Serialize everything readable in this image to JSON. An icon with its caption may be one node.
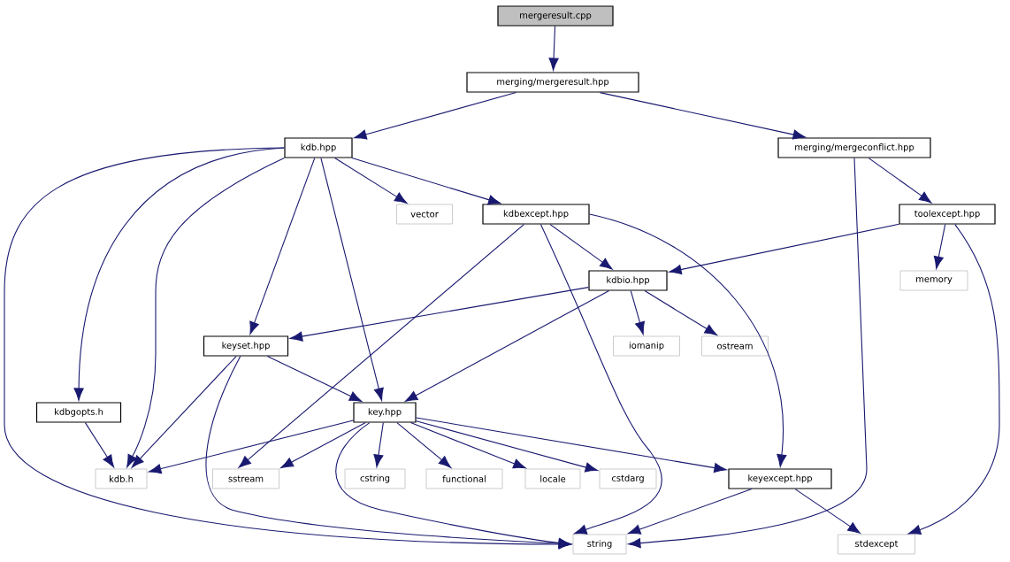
{
  "diagram": {
    "nodes": [
      {
        "text": [
          "mergeresult.cpp"
        ]
      },
      {
        "text": [
          "merging/mergeresult.hpp"
        ]
      },
      {
        "text": [
          "kdb.hpp"
        ]
      },
      {
        "text": [
          "merging/mergeconflict.hpp"
        ]
      },
      {
        "text": [
          "vector"
        ]
      },
      {
        "text": [
          "kdbexcept.hpp"
        ]
      },
      {
        "text": [
          "toolexcept.hpp"
        ]
      },
      {
        "text": [
          "kdbio.hpp"
        ]
      },
      {
        "text": [
          "memory"
        ]
      },
      {
        "text": [
          "keyset.hpp"
        ]
      },
      {
        "text": [
          "iomanip"
        ]
      },
      {
        "text": [
          "ostream"
        ]
      },
      {
        "text": [
          "kdbgopts.h"
        ]
      },
      {
        "text": [
          "key.hpp"
        ]
      },
      {
        "text": [
          "kdb.h"
        ]
      },
      {
        "text": [
          "sstream"
        ]
      },
      {
        "text": [
          "cstring"
        ]
      },
      {
        "text": [
          "functional"
        ]
      },
      {
        "text": [
          "locale"
        ]
      },
      {
        "text": [
          "cstdarg"
        ]
      },
      {
        "text": [
          "keyexcept.hpp"
        ]
      },
      {
        "text": [
          "string"
        ]
      },
      {
        "text": [
          "stdexcept"
        ]
      }
    ],
    "edges": [
      {
        "from": 0,
        "to": 1,
        "arrow": "to"
      },
      {
        "from": 1,
        "to": 2,
        "arrow": "to"
      },
      {
        "from": 1,
        "to": 3,
        "arrow": "to"
      },
      {
        "from": 2,
        "to": 21,
        "arrow": "to"
      },
      {
        "from": 2,
        "to": 12,
        "arrow": "to"
      },
      {
        "from": 2,
        "to": 14,
        "arrow": "to"
      },
      {
        "from": 2,
        "to": 9,
        "arrow": "to"
      },
      {
        "from": 2,
        "to": 13,
        "arrow": "to"
      },
      {
        "from": 2,
        "to": 4,
        "arrow": "to"
      },
      {
        "from": 2,
        "to": 5,
        "arrow": "to"
      },
      {
        "from": 3,
        "to": 21,
        "arrow": "to"
      },
      {
        "from": 3,
        "to": 6,
        "arrow": "to"
      },
      {
        "from": 6,
        "to": 7,
        "arrow": "to"
      },
      {
        "from": 6,
        "to": 8,
        "arrow": "to"
      },
      {
        "from": 6,
        "to": 22,
        "arrow": "to"
      },
      {
        "from": 5,
        "to": 15,
        "arrow": "to"
      },
      {
        "from": 5,
        "to": 21,
        "arrow": "to"
      },
      {
        "from": 5,
        "to": 7,
        "arrow": "to"
      },
      {
        "from": 5,
        "to": 20,
        "arrow": "to"
      },
      {
        "from": 7,
        "to": 9,
        "arrow": "to"
      },
      {
        "from": 7,
        "to": 13,
        "arrow": "to"
      },
      {
        "from": 7,
        "to": 10,
        "arrow": "to"
      },
      {
        "from": 7,
        "to": 11,
        "arrow": "to"
      },
      {
        "from": 9,
        "to": 14,
        "arrow": "to"
      },
      {
        "from": 9,
        "to": 21,
        "arrow": "to"
      },
      {
        "from": 9,
        "to": 13,
        "arrow": "to"
      },
      {
        "from": 12,
        "to": 14,
        "arrow": "to"
      },
      {
        "from": 13,
        "to": 14,
        "arrow": "to"
      },
      {
        "from": 13,
        "to": 15,
        "arrow": "to"
      },
      {
        "from": 13,
        "to": 21,
        "arrow": "to"
      },
      {
        "from": 13,
        "to": 16,
        "arrow": "to"
      },
      {
        "from": 13,
        "to": 17,
        "arrow": "to"
      },
      {
        "from": 13,
        "to": 18,
        "arrow": "to"
      },
      {
        "from": 13,
        "to": 19,
        "arrow": "to"
      },
      {
        "from": 13,
        "to": 20,
        "arrow": "to"
      },
      {
        "from": 20,
        "to": 21,
        "arrow": "to"
      },
      {
        "from": 20,
        "to": 22,
        "arrow": "to"
      }
    ]
  }
}
